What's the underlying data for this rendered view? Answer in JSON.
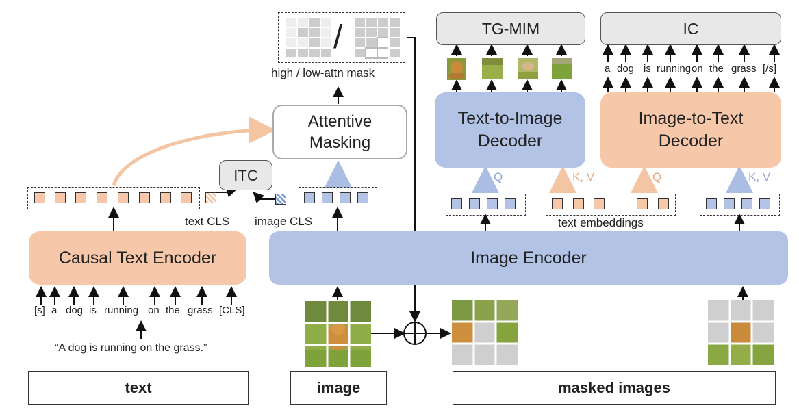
{
  "bottom_labels": {
    "text": "text",
    "image": "image",
    "masked": "masked images"
  },
  "encoders": {
    "causal_text": "Causal Text Encoder",
    "image": "Image Encoder"
  },
  "tokens": [
    "[s]",
    "a",
    "dog",
    "is",
    "running",
    "on",
    "the",
    "grass",
    "[CLS]"
  ],
  "caption": "“A dog is running on the grass.”",
  "cls": {
    "text": "text CLS",
    "image": "image CLS"
  },
  "itc": "ITC",
  "attentive_masking": {
    "line1": "Attentive",
    "line2": "Masking"
  },
  "mask_caption": "high / low-attn mask",
  "mask_slash": "/",
  "t2i": {
    "line1": "Text-to-Image",
    "line2": "Decoder"
  },
  "i2t": {
    "line1": "Image-to-Text",
    "line2": "Decoder"
  },
  "tg_mim": "TG-MIM",
  "ic": "IC",
  "text_embeddings": "text embeddings",
  "q1": "Q",
  "kv1": "K, V",
  "q2": "Q",
  "kv2": "K, V",
  "output_words": [
    "a",
    "dog",
    "is",
    "running",
    "on",
    "the",
    "grass",
    "[/s]"
  ],
  "colors": {
    "text_orange": "#f6c8a9",
    "image_blue": "#b3c3e6",
    "arrow_orange": "#f3c5a3",
    "arrow_blue": "#aabde3"
  }
}
